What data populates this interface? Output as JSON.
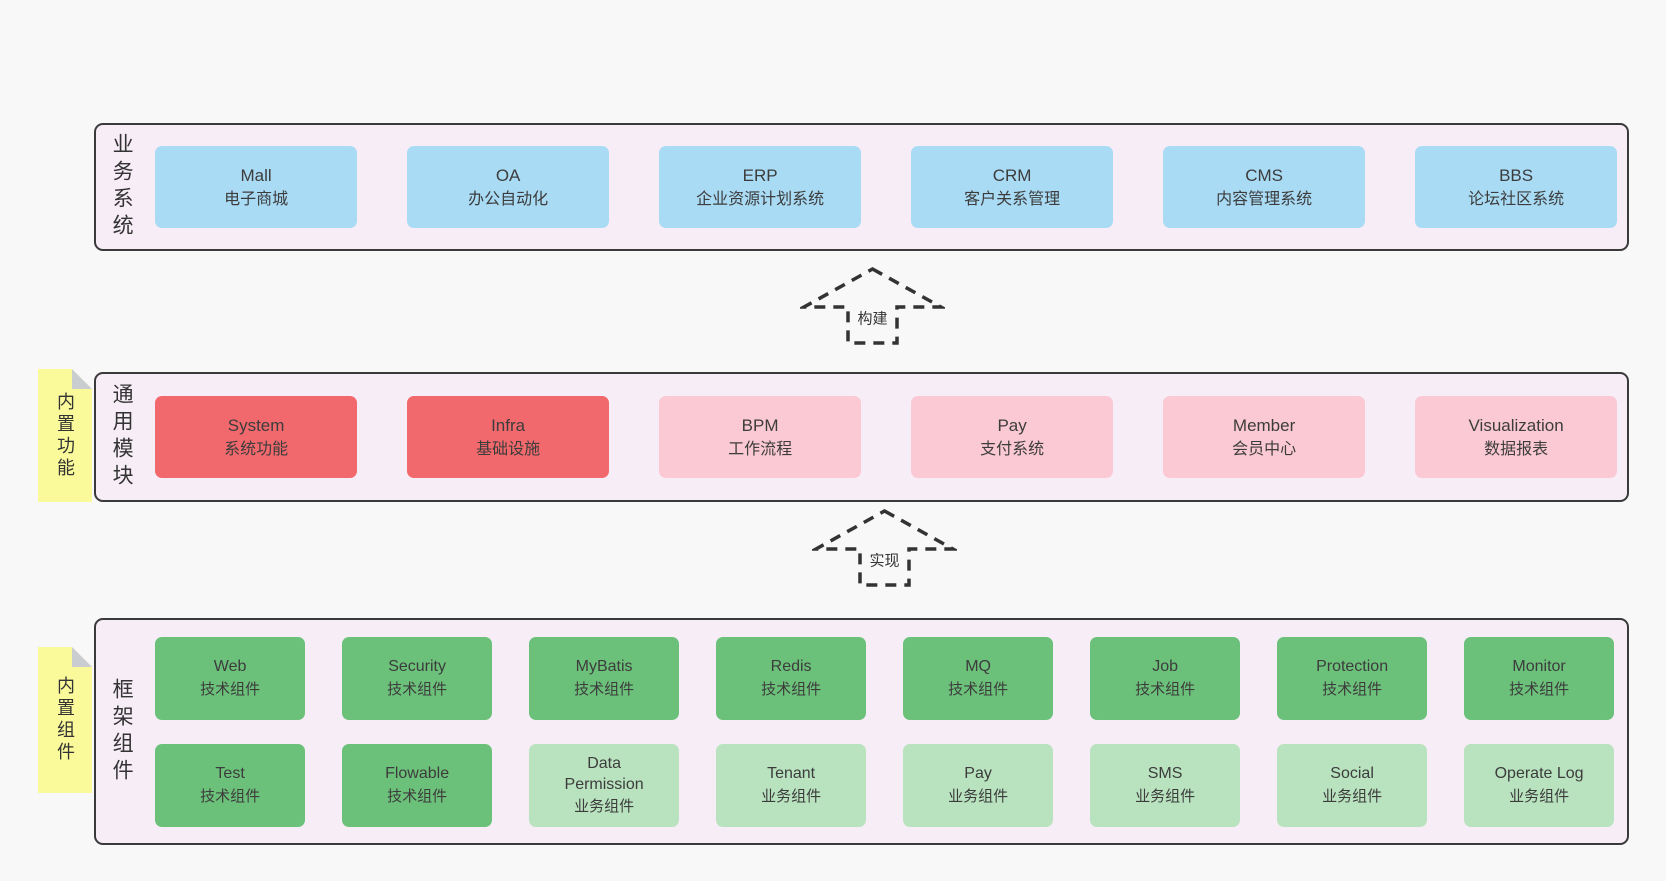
{
  "background": "#f8f8f8",
  "colors": {
    "container_bg": "#f7edf6",
    "container_border": "#3a3a3a",
    "blue": "#a9dbf5",
    "red": "#f2696d",
    "pink": "#fbc9d3",
    "green_dark": "#6cc17a",
    "green_light": "#b9e3bf",
    "sticky_yellow": "#fafa9b",
    "sticky_fold": "#c9cdd0",
    "text": "#3c3c3c"
  },
  "stickies": [
    {
      "label": "内置功能"
    },
    {
      "label": "内置组件"
    }
  ],
  "arrows": [
    {
      "label": "构建"
    },
    {
      "label": "实现"
    }
  ],
  "layers": [
    {
      "id": "business-systems",
      "label": "业务系统",
      "boxes": [
        {
          "title": "Mall",
          "subtitle": "电子商城",
          "color": "blue"
        },
        {
          "title": "OA",
          "subtitle": "办公自动化",
          "color": "blue"
        },
        {
          "title": "ERP",
          "subtitle": "企业资源计划系统",
          "color": "blue"
        },
        {
          "title": "CRM",
          "subtitle": "客户关系管理",
          "color": "blue"
        },
        {
          "title": "CMS",
          "subtitle": "内容管理系统",
          "color": "blue"
        },
        {
          "title": "BBS",
          "subtitle": "论坛社区系统",
          "color": "blue"
        }
      ]
    },
    {
      "id": "common-modules",
      "label": "通用模块",
      "boxes": [
        {
          "title": "System",
          "subtitle": "系统功能",
          "color": "red"
        },
        {
          "title": "Infra",
          "subtitle": "基础设施",
          "color": "red"
        },
        {
          "title": "BPM",
          "subtitle": "工作流程",
          "color": "pink"
        },
        {
          "title": "Pay",
          "subtitle": "支付系统",
          "color": "pink"
        },
        {
          "title": "Member",
          "subtitle": "会员中心",
          "color": "pink"
        },
        {
          "title": "Visualization",
          "subtitle": "数据报表",
          "color": "pink"
        }
      ]
    },
    {
      "id": "framework-components",
      "label": "框架组件",
      "rows": [
        [
          {
            "title": "Web",
            "subtitle": "技术组件",
            "color": "green_dark"
          },
          {
            "title": "Security",
            "subtitle": "技术组件",
            "color": "green_dark"
          },
          {
            "title": "MyBatis",
            "subtitle": "技术组件",
            "color": "green_dark"
          },
          {
            "title": "Redis",
            "subtitle": "技术组件",
            "color": "green_dark"
          },
          {
            "title": "MQ",
            "subtitle": "技术组件",
            "color": "green_dark"
          },
          {
            "title": "Job",
            "subtitle": "技术组件",
            "color": "green_dark"
          },
          {
            "title": "Protection",
            "subtitle": "技术组件",
            "color": "green_dark"
          },
          {
            "title": "Monitor",
            "subtitle": "技术组件",
            "color": "green_dark"
          }
        ],
        [
          {
            "title": "Test",
            "subtitle": "技术组件",
            "color": "green_dark"
          },
          {
            "title": "Flowable",
            "subtitle": "技术组件",
            "color": "green_dark"
          },
          {
            "title": "Data Permission",
            "subtitle": "业务组件",
            "color": "green_light"
          },
          {
            "title": "Tenant",
            "subtitle": "业务组件",
            "color": "green_light"
          },
          {
            "title": "Pay",
            "subtitle": "业务组件",
            "color": "green_light"
          },
          {
            "title": "SMS",
            "subtitle": "业务组件",
            "color": "green_light"
          },
          {
            "title": "Social",
            "subtitle": "业务组件",
            "color": "green_light"
          },
          {
            "title": "Operate Log",
            "subtitle": "业务组件",
            "color": "green_light"
          }
        ]
      ]
    }
  ]
}
